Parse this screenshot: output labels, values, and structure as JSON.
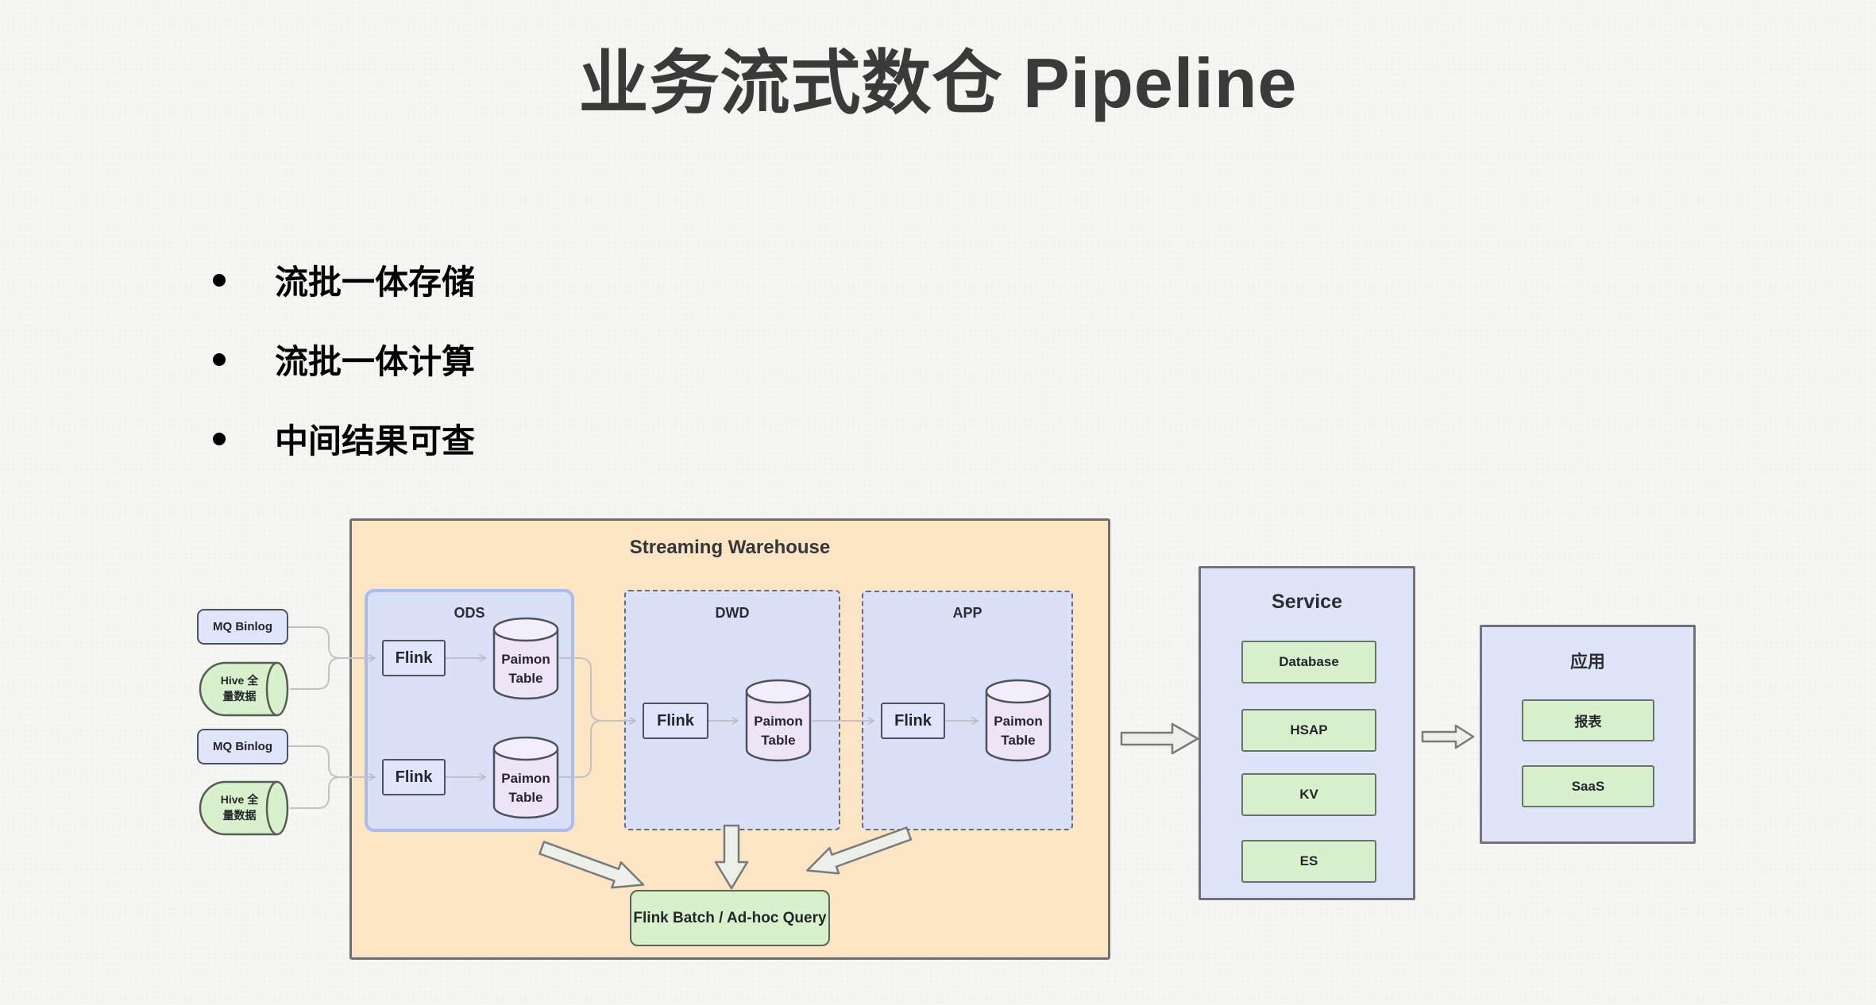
{
  "title": "业务流式数仓 Pipeline",
  "bullets": [
    "流批一体存储",
    "流批一体计算",
    "中间结果可查"
  ],
  "sources": {
    "mq_label": "MQ Binlog",
    "hive_line1": "Hive 全",
    "hive_line2": "量数据"
  },
  "warehouse": {
    "title": "Streaming Warehouse",
    "zone_ods": "ODS",
    "zone_dwd": "DWD",
    "zone_app": "APP",
    "flink_label": "Flink",
    "paimon_line1": "Paimon",
    "paimon_line2": "Table",
    "batch_label": "Flink Batch / Ad-hoc Query"
  },
  "service": {
    "title": "Service",
    "items": [
      "Database",
      "HSAP",
      "KV",
      "ES"
    ]
  },
  "apps": {
    "title": "应用",
    "items": [
      "报表",
      "SaaS"
    ]
  },
  "colors": {
    "background": "#f5f5f2",
    "warehouse_fill": "#fbe5c5",
    "zone_fill": "#d9e0f8",
    "ods_border": "#acbcf1",
    "node_blue_fill": "#dfe5fb",
    "green_fill": "#d9f0cc",
    "paimon_fill": "#ede4f8",
    "panel_fill": "#dfe5f9",
    "connector_line": "#c2c2c2",
    "block_arrow_fill": "#edefeb",
    "title_text": "#3a3a3a"
  }
}
